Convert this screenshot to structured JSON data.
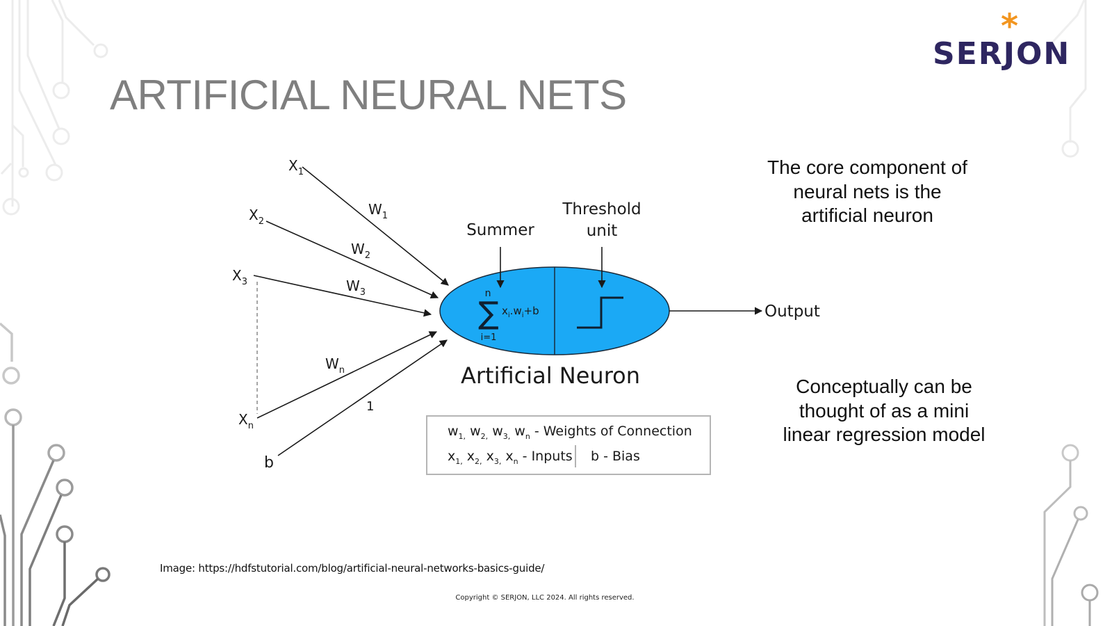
{
  "slide": {
    "title": "ARTIFICIAL NEURAL NETS",
    "logo": {
      "text": "SERJON",
      "star": "*",
      "brand_color": "#2e2660",
      "accent_color": "#f2951f"
    },
    "side_text": [
      "The core component of neural nets is the artificial neuron",
      "Conceptually can be thought of as a mini linear regression model"
    ],
    "credit": "Image: https://hdfstutorial.com/blog/artificial-neural-networks-basics-guide/",
    "copyright": "Copyright © SERJON, LLC 2024. All rights reserved."
  },
  "diagram": {
    "neuron_color": "#1ba9f5",
    "inputs": [
      {
        "label": "X",
        "sub": "1",
        "weight": "W",
        "weight_sub": "1"
      },
      {
        "label": "X",
        "sub": "2",
        "weight": "W",
        "weight_sub": "2"
      },
      {
        "label": "X",
        "sub": "3",
        "weight": "W",
        "weight_sub": "3"
      },
      {
        "label": "X",
        "sub": "n",
        "weight": "W",
        "weight_sub": "n"
      }
    ],
    "bias": {
      "label": "b",
      "weight": "1"
    },
    "summer_label": "Summer",
    "threshold_label_line1": "Threshold",
    "threshold_label_line2": "unit",
    "sum_upper": "n",
    "sum_lower": "i=1",
    "sum_symbol": "∑",
    "sum_expr": "x",
    "sum_expr_sub1": "i",
    "sum_expr_mid": ".w",
    "sum_expr_sub2": "i",
    "sum_expr_end": "+b",
    "output_label": "Output",
    "neuron_label": "Artificial Neuron",
    "legend": {
      "weights_prefix": "w",
      "weights_subs": [
        "1,",
        "2,",
        "3,",
        "n"
      ],
      "weights_desc": "- Weights of Connection",
      "inputs_prefix": "x",
      "inputs_subs": [
        "1,",
        "2,",
        "3,",
        "n"
      ],
      "inputs_desc": "- Inputs",
      "bias_desc": "b - Bias"
    }
  }
}
